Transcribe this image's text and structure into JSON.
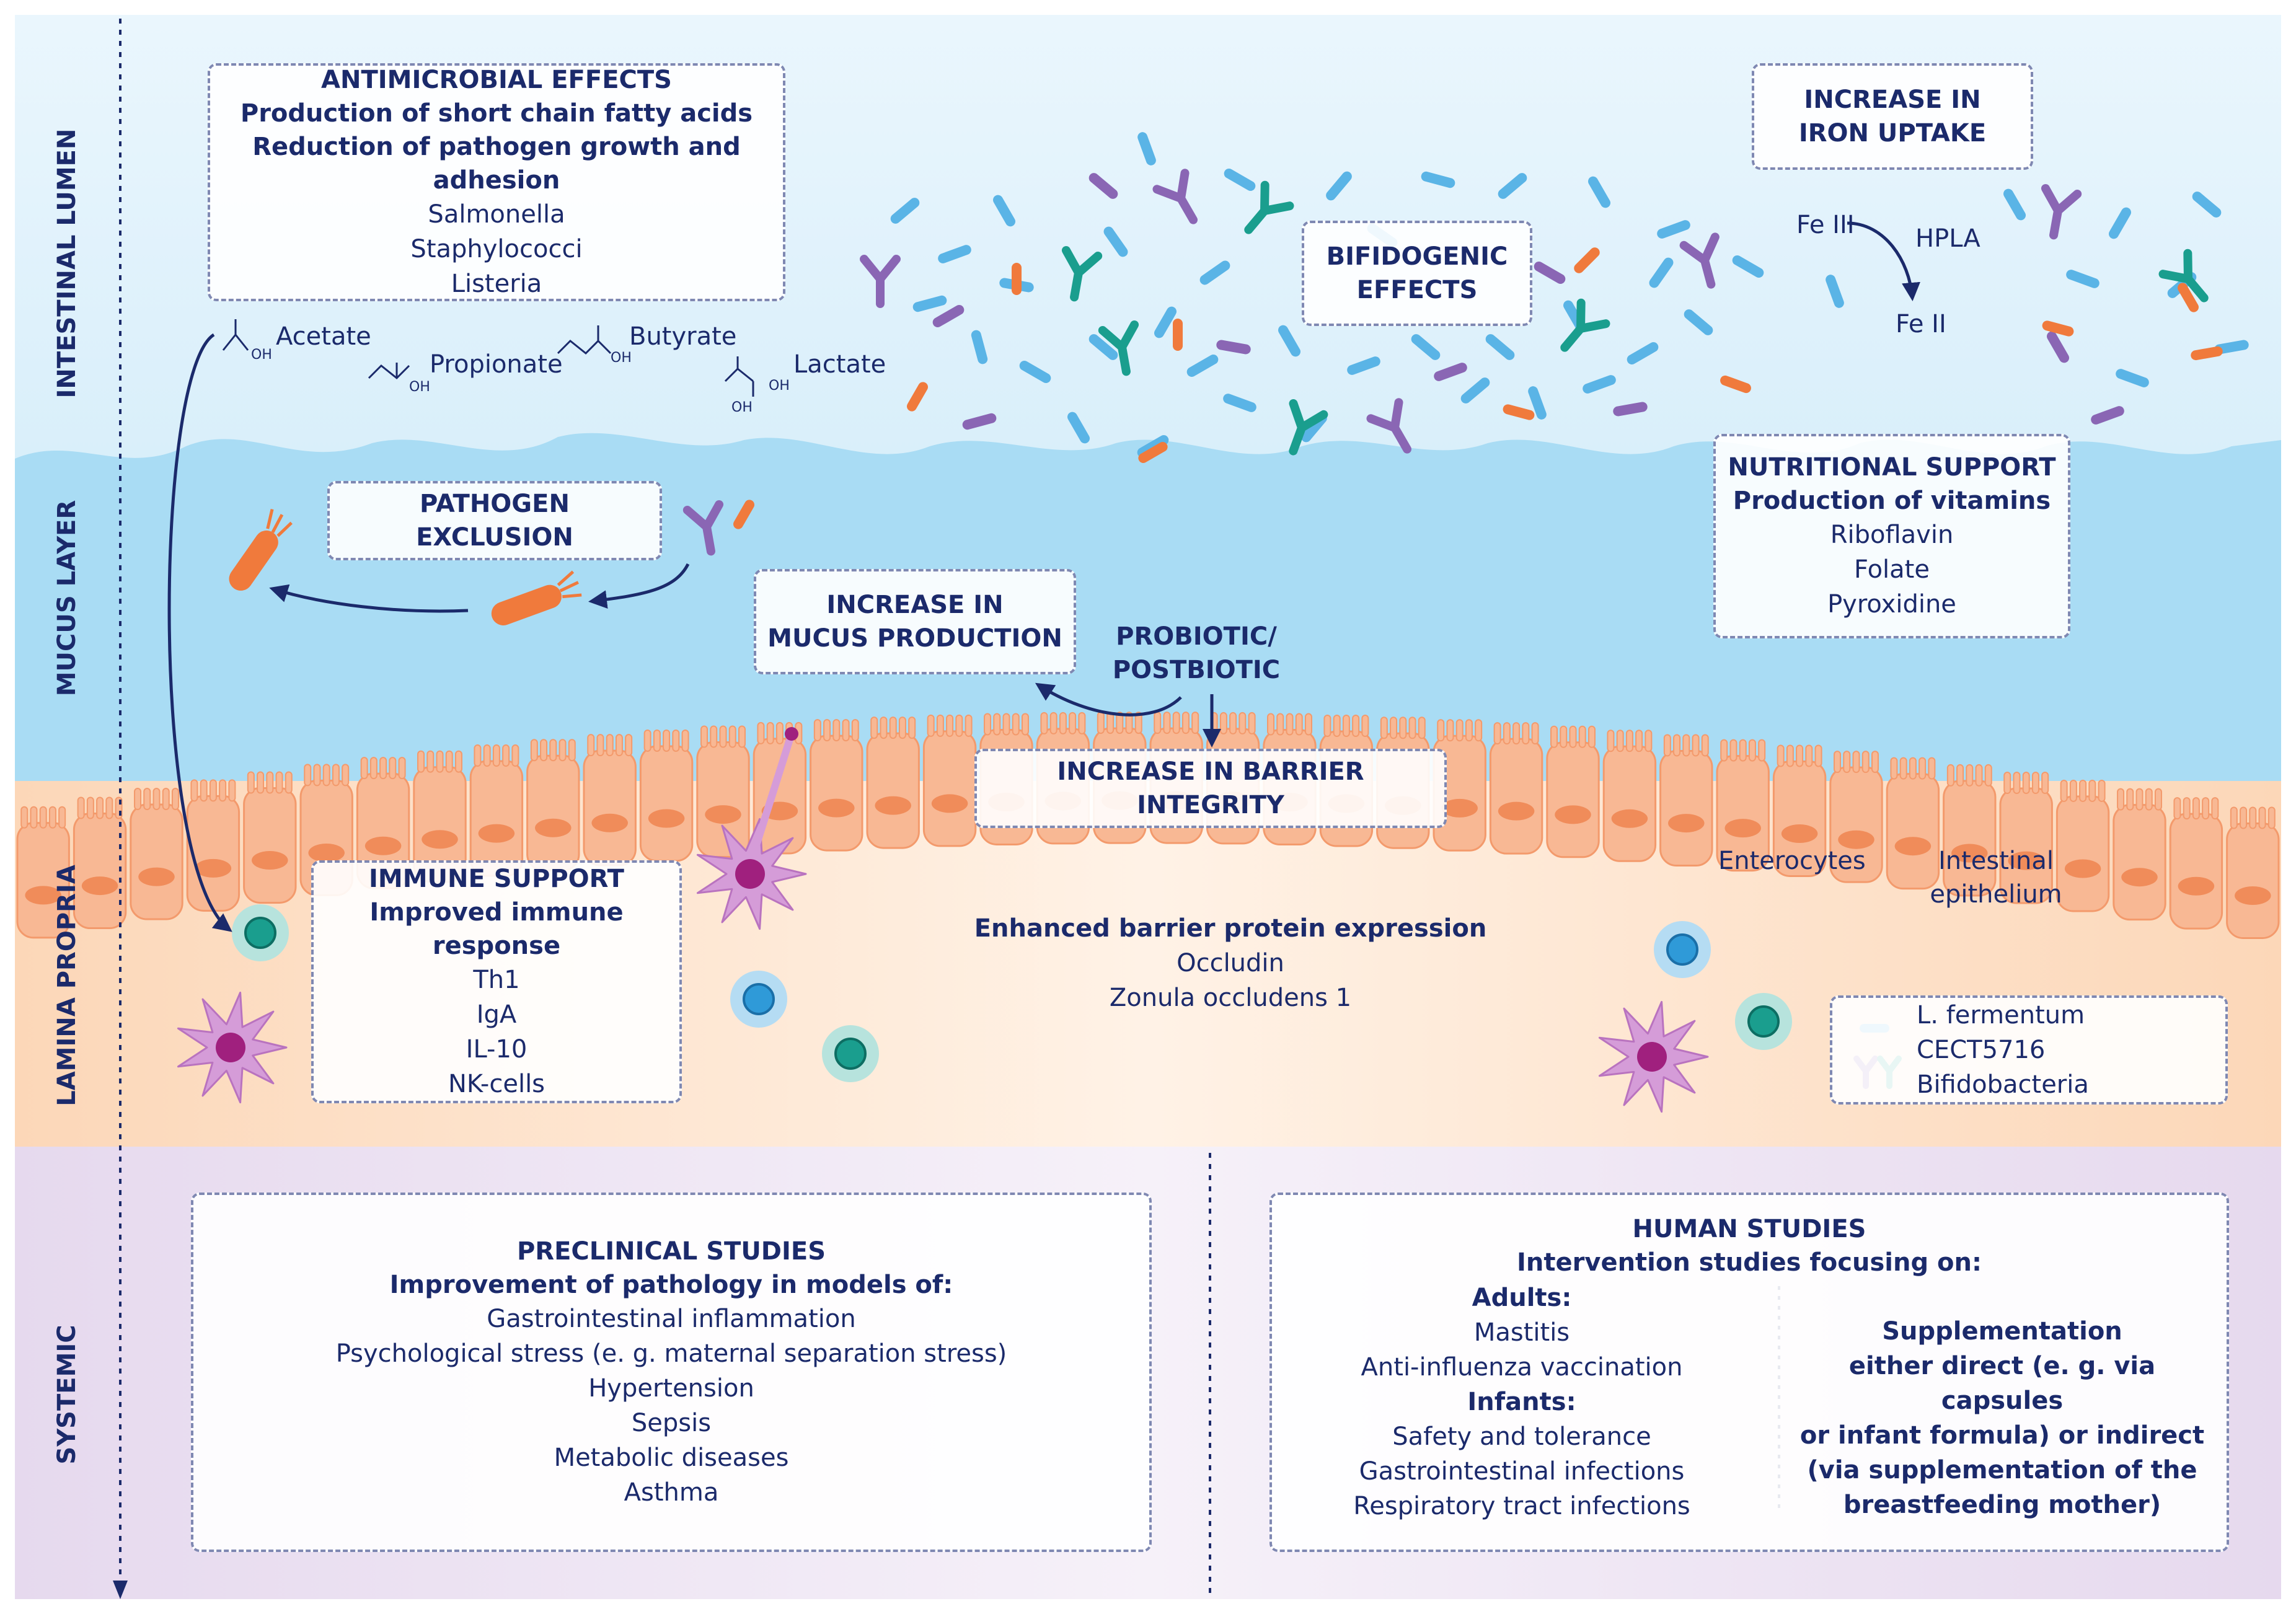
{
  "regions": {
    "lumen": "INTESTINAL LUMEN",
    "mucus": "MUCUS LAYER",
    "lamina": "LAMINA PROPRIA",
    "systemic": "SYSTEMIC"
  },
  "antimicrobial": {
    "title": "ANTIMICROBIAL EFFECTS",
    "sub1": "Production of short chain fatty acids",
    "sub2": "Reduction of pathogen growth and adhesion",
    "items": [
      "Salmonella",
      "Staphylococci",
      "Listeria"
    ]
  },
  "molecules": {
    "acetate": "Acetate",
    "propionate": "Propionate",
    "butyrate": "Butyrate",
    "lactate": "Lactate",
    "oh": "OH"
  },
  "bifidogenic": {
    "line1": "BIFIDOGENIC",
    "line2": "EFFECTS"
  },
  "iron": {
    "line1": "INCREASE IN",
    "line2": "IRON UPTAKE",
    "fe3": "Fe III",
    "hpla": "HPLA",
    "fe2": "Fe II"
  },
  "pathogen": {
    "title": "PATHOGEN EXCLUSION"
  },
  "mucus_prod": {
    "line1": "INCREASE IN",
    "line2": "MUCUS PRODUCTION"
  },
  "probiotic": {
    "line1": "PROBIOTIC/",
    "line2": "POSTBIOTIC"
  },
  "nutritional": {
    "title": "NUTRITIONAL SUPPORT",
    "sub": "Production of vitamins",
    "items": [
      "Riboflavin",
      "Folate",
      "Pyroxidine"
    ]
  },
  "barrier": {
    "title": "INCREASE IN BARRIER INTEGRITY"
  },
  "immune": {
    "title": "IMMUNE SUPPORT",
    "sub": "Improved immune response",
    "items": [
      "Th1",
      "IgA",
      "IL-10",
      "NK-cells"
    ]
  },
  "barrier_protein": {
    "title": "Enhanced barrier protein expression",
    "items": [
      "Occludin",
      "Zonula occludens 1"
    ]
  },
  "epithelium": {
    "enterocytes": "Enterocytes",
    "line1": "Intestinal",
    "line2": "epithelium"
  },
  "legend": {
    "lferm": "L. fermentum CECT5716",
    "bifido": "Bifidobacteria"
  },
  "preclinical": {
    "title": "PRECLINICAL STUDIES",
    "sub": "Improvement of pathology in models of:",
    "items": [
      "Gastrointestinal inflammation",
      "Psychological stress (e. g. maternal separation stress)",
      "Hypertension",
      "Sepsis",
      "Metabolic diseases",
      "Asthma"
    ]
  },
  "human": {
    "title": "HUMAN STUDIES",
    "sub": "Intervention studies focusing on:",
    "adults": "Adults:",
    "adult_items": [
      "Mastitis",
      "Anti-influenza vaccination"
    ],
    "infants": "Infants:",
    "infant_items": [
      "Safety and tolerance",
      "Gastrointestinal infections",
      "Respiratory tract infections"
    ],
    "supp_title": "Supplementation",
    "supp_lines": [
      "either direct (e. g. via capsules",
      "or infant formula) or indirect",
      "(via supplementation of the",
      "breastfeeding mother)"
    ]
  },
  "colors": {
    "lumen": "#e2f3fc",
    "mucus": "#a9dcf4",
    "lamina": "#fde3cc",
    "systemic": "#ece3f1",
    "cell": "#f8b894",
    "nucleus": "#f08c5a",
    "lferm": "#5ab4e6",
    "bifido_purple": "#8a66b4",
    "bifido_teal": "#1a9e8e",
    "pathogen": "#f07a3c",
    "text": "#1b2a6b"
  }
}
